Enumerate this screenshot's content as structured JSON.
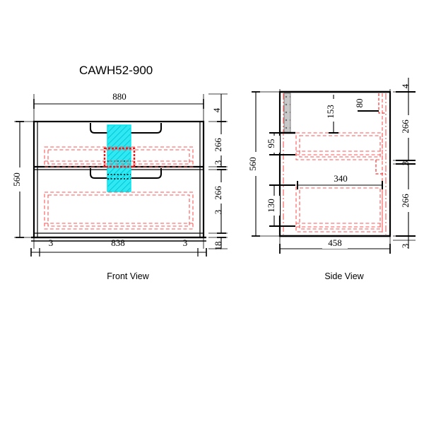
{
  "drawing": {
    "title": "CAWH52-900",
    "colors": {
      "outline": "#000000",
      "hidden_red": "#ff2020",
      "hatch_cyan": "#00e5ee",
      "bracket_gray": "#9a9a9a",
      "background": "#ffffff"
    },
    "front_view": {
      "label": "Front View",
      "dimensions": {
        "overall_width": "880",
        "top_gap": "4",
        "upper_drawer_height": "266",
        "upper_gap": "3",
        "lower_drawer_height": "266",
        "lower_gap": "3",
        "bottom_plinth": "18",
        "overall_height": "560",
        "left_margin": "3",
        "inner_width": "838",
        "right_margin": "3"
      }
    },
    "side_view": {
      "label": "Side View",
      "dimensions": {
        "overall_height": "560",
        "top_gap": "4",
        "upper_section_height": "266",
        "middle_gap": "3",
        "lower_section_height": "266",
        "bottom_gap": "3",
        "overall_depth": "458",
        "upper_drawer_depth": "153",
        "rear_offset": "80",
        "upper_drawer_top_offset": "95",
        "lower_drawer_depth": "340",
        "lower_drawer_top_offset": "130"
      }
    }
  }
}
